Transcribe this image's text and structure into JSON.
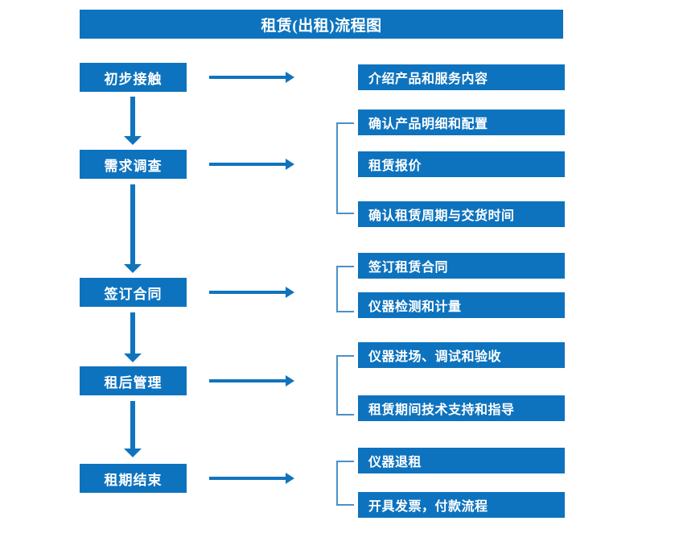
{
  "diagram": {
    "title": "租赁(出租)流程图",
    "accent_color": "#0E73BE",
    "arrow_color": "#1074BD",
    "bracket_color": "#4A90C8",
    "background_color": "#FFFFFF",
    "stages": [
      {
        "label": "初步接触",
        "details": [
          "介绍产品和服务内容"
        ]
      },
      {
        "label": "需求调查",
        "details": [
          "确认产品明细和配置",
          "租赁报价",
          "确认租赁周期与交货时间"
        ]
      },
      {
        "label": "签订合同",
        "details": [
          "签订租赁合同",
          "仪器检测和计量"
        ]
      },
      {
        "label": "租后管理",
        "details": [
          "仪器进场、调试和验收",
          "租赁期间技术支持和指导"
        ]
      },
      {
        "label": "租期结束",
        "details": [
          "仪器退租",
          "开具发票，付款流程"
        ]
      }
    ]
  }
}
